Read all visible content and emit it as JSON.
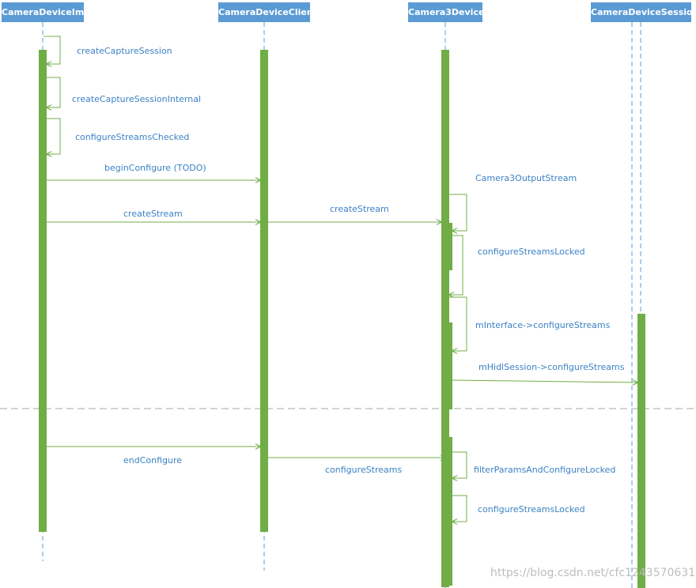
{
  "participants": {
    "impl": "CameraDeviceImpl",
    "client": "CameraDeviceClient",
    "device": "Camera3Device",
    "session": "CameraDeviceSession"
  },
  "messages": {
    "m1": "createCaptureSession",
    "m2": "createCaptureSessionInternal",
    "m3": "configureStreamsChecked",
    "m4": "beginConfigure (TODO)",
    "m5": "Camera3OutputStream",
    "m6": "createStream",
    "m7": "createStream",
    "m8": "configureStreamsLocked",
    "m9": "mInterface->configureStreams",
    "m10": "mHidlSession->configureStreams",
    "m11": "endConfigure",
    "m12": "configureStreams",
    "m13": "filterParamsAndConfigureLocked",
    "m14": "configureStreamsLocked"
  },
  "watermark": "https://blog.csdn.net/cfc1243570631",
  "colors": {
    "header": "#5b9bd5",
    "activation": "#70ad47",
    "arrow": "#70ad47",
    "label": "#3b82c4",
    "lifeline": "#5b9bd5",
    "divider": "#a6a6a6"
  }
}
